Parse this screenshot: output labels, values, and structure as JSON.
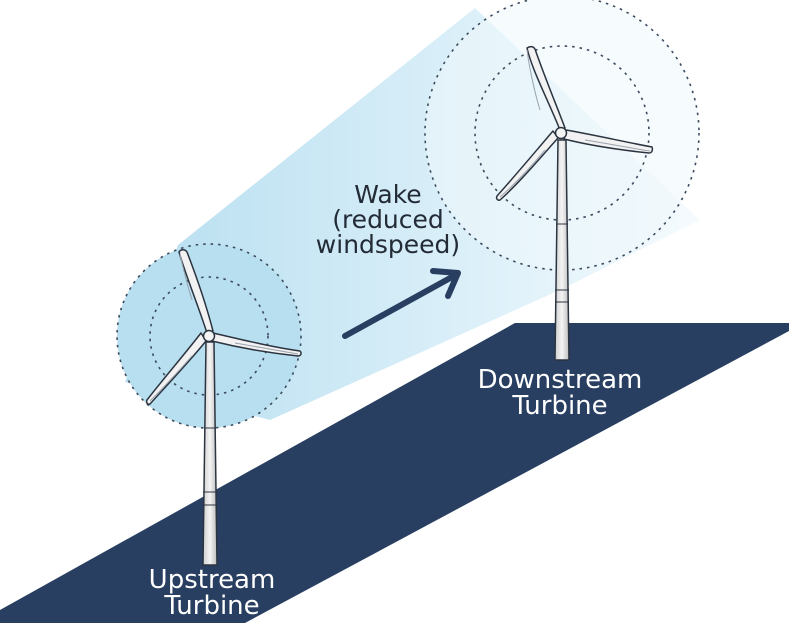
{
  "wake_label": {
    "line1": "Wake",
    "line2": "(reduced",
    "line3": "windspeed)"
  },
  "downstream_label": {
    "line1": "Downstream",
    "line2": "Turbine"
  },
  "upstream_label": {
    "line1": "Upstream",
    "line2": "Turbine"
  },
  "colors": {
    "ground": "#283f62",
    "arrow": "#283f62",
    "wake_light_blue": "#bfe4f3",
    "wake_fade": "#f3fafd",
    "outline": "#2b3440",
    "tower_fill": "#e6e6e6"
  }
}
